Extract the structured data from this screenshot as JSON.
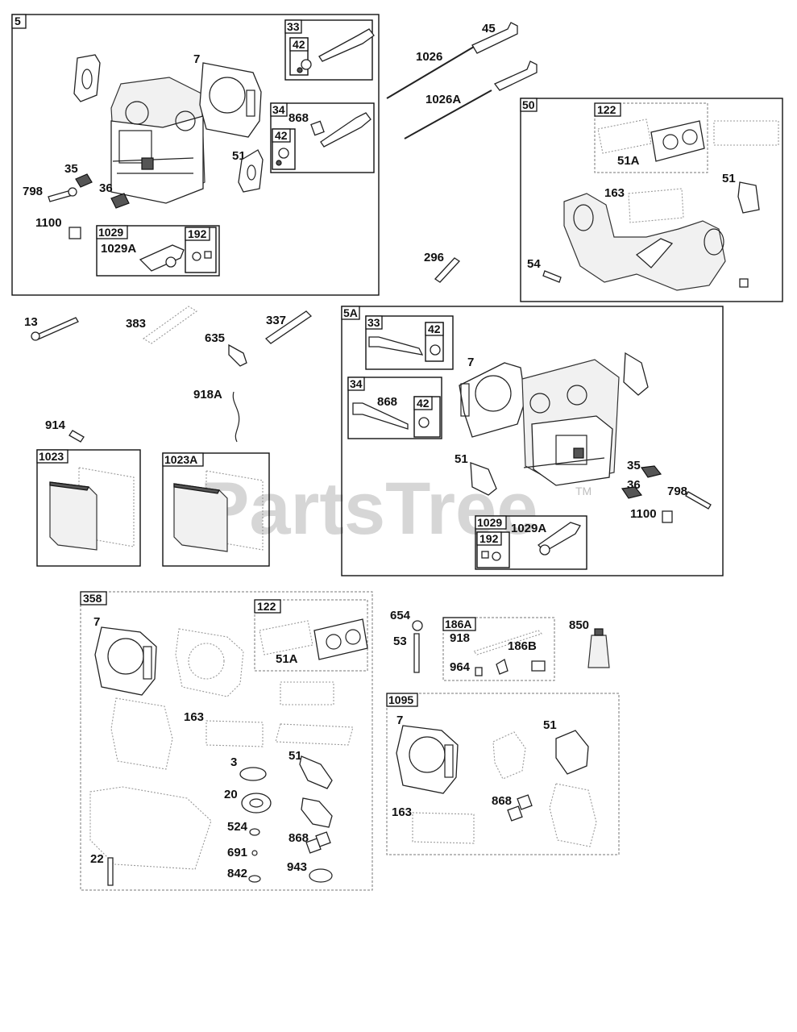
{
  "watermark": {
    "text": "PartsTree",
    "trademark": "TM"
  },
  "labels": {
    "l5": "5",
    "l33a": "33",
    "l42a": "42",
    "l34a": "34",
    "l868a": "868",
    "l42b": "42",
    "l7a": "7",
    "l51a": "51",
    "l35a": "35",
    "l36a": "36",
    "l798a": "798",
    "l1100a": "1100",
    "l1029a": "1029",
    "l1029Aa": "1029A",
    "l192a": "192",
    "l45": "45",
    "l1026": "1026",
    "l1026A": "1026A",
    "l296": "296",
    "l50": "50",
    "l122a": "122",
    "l51Aa": "51A",
    "l163a": "163",
    "l51b": "51",
    "l54": "54",
    "l13": "13",
    "l383": "383",
    "l337": "337",
    "l635": "635",
    "l918A": "918A",
    "l914": "914",
    "l1023": "1023",
    "l1023A": "1023A",
    "l5A": "5A",
    "l33b": "33",
    "l42c": "42",
    "l7b": "7",
    "l34b": "34",
    "l868b": "868",
    "l42d": "42",
    "l51c": "51",
    "l35b": "35",
    "l36b": "36",
    "l798b": "798",
    "l1100b": "1100",
    "l1029b": "1029",
    "l192b": "192",
    "l1029Ab": "1029A",
    "l358": "358",
    "l7c": "7",
    "l122b": "122",
    "l51Ab": "51A",
    "l163b": "163",
    "l3": "3",
    "l51d": "51",
    "l20": "20",
    "l524": "524",
    "l868c": "868",
    "l691": "691",
    "l22": "22",
    "l842": "842",
    "l943": "943",
    "l654": "654",
    "l53": "53",
    "l186A": "186A",
    "l918": "918",
    "l186B": "186B",
    "l964": "964",
    "l850": "850",
    "l1095": "1095",
    "l7d": "7",
    "l51e": "51",
    "l163c": "163",
    "l868d": "868"
  }
}
